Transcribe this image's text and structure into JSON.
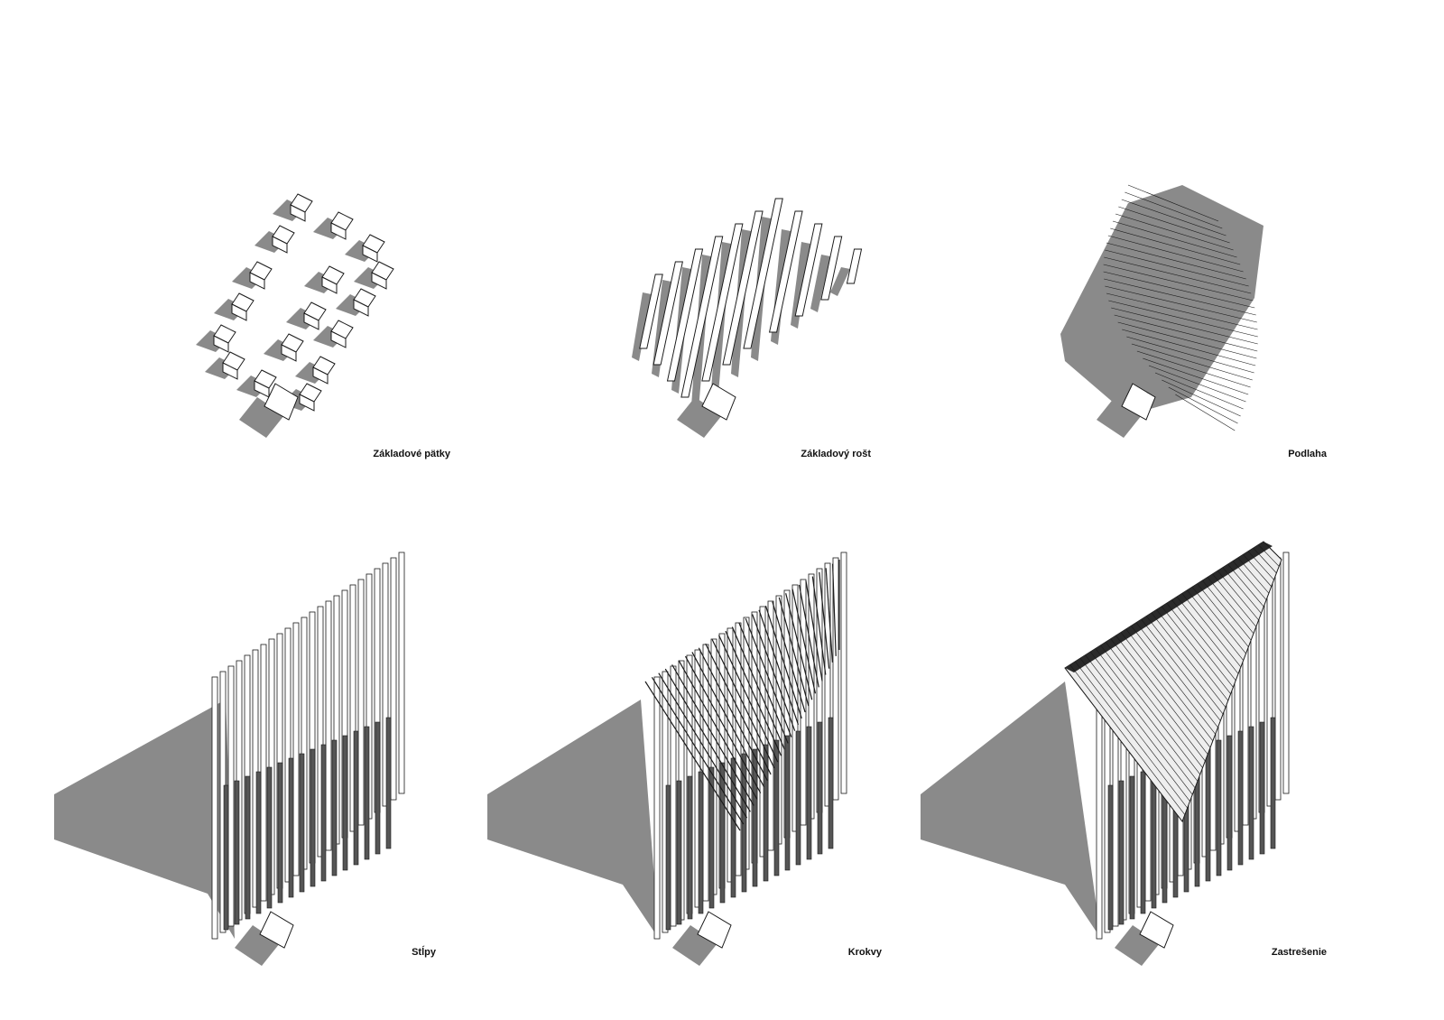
{
  "panels": [
    {
      "id": "footings",
      "label": "Základové pätky"
    },
    {
      "id": "foundation-grid",
      "label": "Základový rošt"
    },
    {
      "id": "floor",
      "label": "Podlaha"
    },
    {
      "id": "columns",
      "label": "Stĺpy"
    },
    {
      "id": "rafters",
      "label": "Krokvy"
    },
    {
      "id": "roofing",
      "label": "Zastrešenie"
    }
  ],
  "colors": {
    "shadow": "#8a8a8a",
    "line": "#1a1a1a",
    "roof": "#2a2a2a"
  }
}
